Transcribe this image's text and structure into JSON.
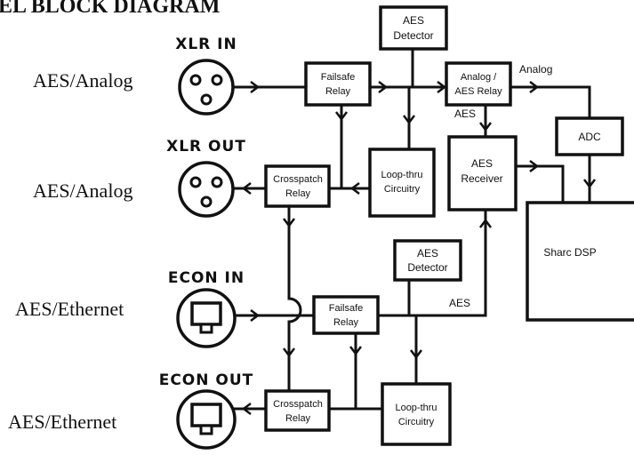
{
  "title": "EL BLOCK DIAGRAM",
  "colors": {
    "line": "#111111",
    "background": "#ffffff"
  },
  "connectors": {
    "xlr_in": {
      "header": "XLR IN",
      "label": "AES/Analog",
      "icon": "xlr-connector-icon"
    },
    "xlr_out": {
      "header": "XLR OUT",
      "label": "AES/Analog",
      "icon": "xlr-connector-icon"
    },
    "econ_in": {
      "header": "ECON IN",
      "label": "AES/Ethernet",
      "icon": "rj45-connector-icon"
    },
    "econ_out": {
      "header": "ECON OUT",
      "label": "AES/Ethernet",
      "icon": "rj45-connector-icon"
    }
  },
  "blocks": {
    "aes_detector_top": [
      "AES",
      "Detector"
    ],
    "failsafe_relay_top": [
      "Failsafe",
      "Relay"
    ],
    "analog_aes_relay": [
      "Analog /",
      "AES Relay"
    ],
    "adc": [
      "ADC"
    ],
    "aes_receiver": [
      "AES",
      "Receiver"
    ],
    "loop_thru_top": [
      "Loop-thru",
      "Circuitry"
    ],
    "crosspatch_relay_top": [
      "Crosspatch",
      "Relay"
    ],
    "sharc_dsp": [
      "Sharc DSP"
    ],
    "aes_detector_bottom": [
      "AES",
      "Detector"
    ],
    "failsafe_relay_bottom": [
      "Failsafe",
      "Relay"
    ],
    "loop_thru_bottom": [
      "Loop-thru",
      "Circuitry"
    ],
    "crosspatch_relay_bottom": [
      "Crosspatch",
      "Relay"
    ]
  },
  "signal_labels": {
    "analog": "Analog",
    "aes_top": "AES",
    "aes_bottom": "AES"
  }
}
